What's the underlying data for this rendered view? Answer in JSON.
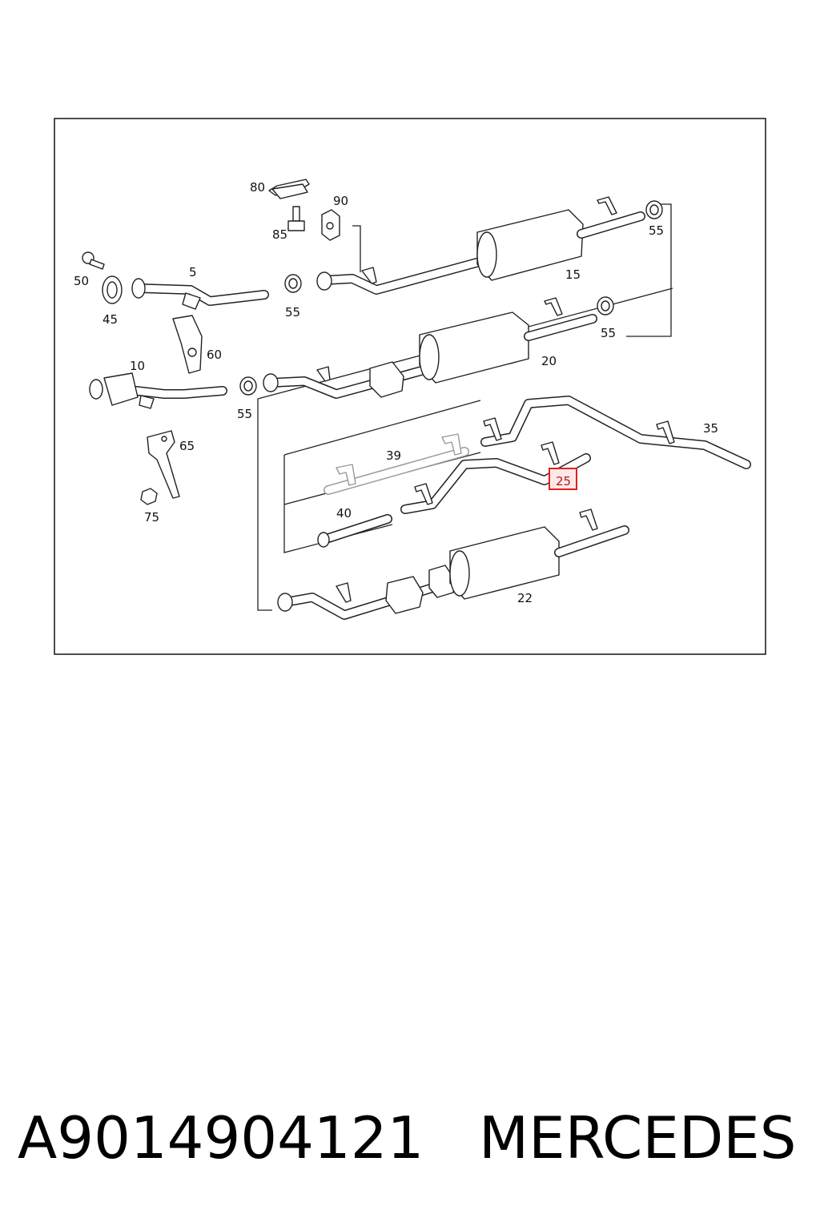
{
  "diagram": {
    "labels": [
      {
        "id": "80",
        "text": "80"
      },
      {
        "id": "90",
        "text": "90"
      },
      {
        "id": "85",
        "text": "85"
      },
      {
        "id": "50",
        "text": "50"
      },
      {
        "id": "5",
        "text": "5"
      },
      {
        "id": "45",
        "text": "45"
      },
      {
        "id": "55a",
        "text": "55"
      },
      {
        "id": "55b",
        "text": "55"
      },
      {
        "id": "55c",
        "text": "55"
      },
      {
        "id": "55d",
        "text": "55"
      },
      {
        "id": "15",
        "text": "15"
      },
      {
        "id": "60",
        "text": "60"
      },
      {
        "id": "10",
        "text": "10"
      },
      {
        "id": "20",
        "text": "20"
      },
      {
        "id": "65",
        "text": "65"
      },
      {
        "id": "75",
        "text": "75"
      },
      {
        "id": "35",
        "text": "35"
      },
      {
        "id": "39",
        "text": "39"
      },
      {
        "id": "40",
        "text": "40"
      },
      {
        "id": "25",
        "text": "25"
      },
      {
        "id": "22",
        "text": "22"
      }
    ],
    "highlighted_label": "25",
    "highlight_color": "#e02020"
  },
  "footer": {
    "part_number": "A9014904121",
    "brand": "MERCEDES"
  }
}
